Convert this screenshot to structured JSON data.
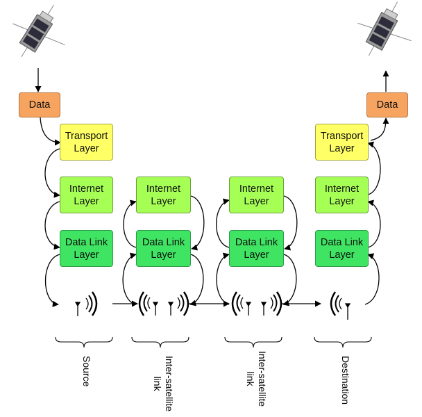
{
  "stacks": {
    "source": {
      "data": "Data",
      "transport": "Transport\nLayer",
      "internet": "Internet\nLayer",
      "datalink": "Data Link\nLayer"
    },
    "relay1": {
      "internet": "Internet\nLayer",
      "datalink": "Data Link\nLayer"
    },
    "relay2": {
      "internet": "Internet\nLayer",
      "datalink": "Data Link\nLayer"
    },
    "destination": {
      "data": "Data",
      "transport": "Transport\nLayer",
      "internet": "Internet\nLayer",
      "datalink": "Data Link\nLayer"
    }
  },
  "node_labels": {
    "source": "Source",
    "relay1": "Inter-satellite\nlink",
    "relay2": "Inter-satellite\nlink",
    "destination": "Destination"
  },
  "colors": {
    "data": "#f6a45f",
    "transport": "#ffff66",
    "internet": "#a6ff55",
    "datalink": "#3fe462"
  },
  "icons": {
    "satellite": "cubesat-satellite-icon",
    "antenna": "radio-antenna-icon"
  }
}
